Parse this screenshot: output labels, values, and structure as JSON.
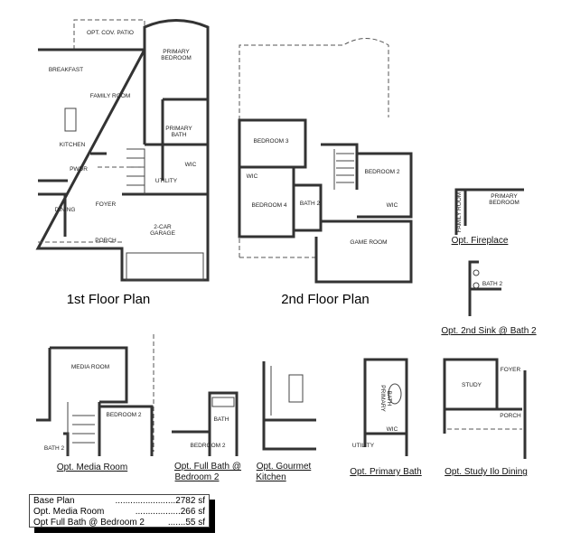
{
  "first_floor": {
    "title": "1st Floor Plan",
    "rooms": {
      "patio": "OPT. COV. PATIO",
      "primary_bedroom_1": "PRIMARY",
      "primary_bedroom_2": "BEDROOM",
      "breakfast": "BREAKFAST",
      "family_room": "FAMILY ROOM",
      "primary_bath_1": "PRIMARY",
      "primary_bath_2": "BATH",
      "kitchen": "KITCHEN",
      "pwdr": "PWDR",
      "wic": "WIC",
      "utility": "UTILITY",
      "dining": "DINING",
      "foyer": "FOYER",
      "garage_1": "2-CAR",
      "garage_2": "GARAGE",
      "porch": "PORCH"
    }
  },
  "second_floor": {
    "title": "2nd Floor Plan",
    "rooms": {
      "bedroom3": "BEDROOM 3",
      "wic_a": "WIC",
      "bedroom4": "BEDROOM 4",
      "bath2": "BATH 2",
      "bedroom2": "BEDROOM 2",
      "wic_b": "WIC",
      "game_room": "GAME ROOM"
    }
  },
  "options": {
    "fireplace": {
      "caption": "Opt. Fireplace",
      "family_room": "FAMILY ROOM",
      "primary_1": "PRIMARY",
      "primary_2": "BEDROOM"
    },
    "second_sink": {
      "caption": "Opt. 2nd Sink @ Bath 2",
      "bath": "BATH 2"
    },
    "media_room": {
      "caption": "Opt. Media Room",
      "media": "MEDIA ROOM",
      "bedroom2": "BEDROOM 2",
      "bath2": "BATH 2"
    },
    "full_bath": {
      "caption_1": "Opt. Full Bath @",
      "caption_2": "Bedroom 2",
      "bath": "BATH",
      "bedroom2": "BEDROOM 2"
    },
    "gourmet_kitchen": {
      "caption_1": "Opt. Gourmet",
      "caption_2": "Kitchen"
    },
    "primary_bath": {
      "caption": "Opt. Primary Bath",
      "bath_1": "PRIMARY",
      "bath_2": "BATH",
      "wic": "WIC",
      "utility": "UTILITY"
    },
    "study": {
      "caption": "Opt. Study Ilo Dining",
      "study": "STUDY",
      "foyer": "FOYER",
      "porch": "PORCH"
    }
  },
  "square_footage": [
    {
      "label": "Base Plan",
      "value": "2782 sf"
    },
    {
      "label": "Opt. Media Room",
      "value": "266 sf"
    },
    {
      "label": "Opt Full Bath @ Bedroom 2",
      "value": "55 sf"
    }
  ]
}
